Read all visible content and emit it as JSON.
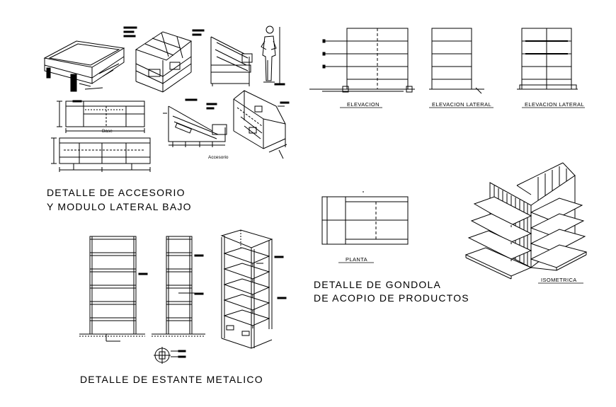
{
  "labels": {
    "base": "Base",
    "accesorio": "Accesorio",
    "elevacion": "ELEVACION",
    "elevacion_lateral_1": "ELEVACION LATERAL",
    "elevacion_lateral_2": "ELEVACION LATERAL",
    "planta": "PLANTA",
    "isometrica": "ISOMETRICA"
  },
  "titles": {
    "accesorio_line1": "DETALLE DE ACCESORIO",
    "accesorio_line2": "Y MODULO LATERAL BAJO",
    "gondola_line1": "DETALLE DE GONDOLA",
    "gondola_line2": "DE ACOPIO DE PRODUCTOS",
    "estante": "DETALLE DE ESTANTE METALICO"
  },
  "colors": {
    "line": "#000000",
    "background": "#ffffff"
  }
}
